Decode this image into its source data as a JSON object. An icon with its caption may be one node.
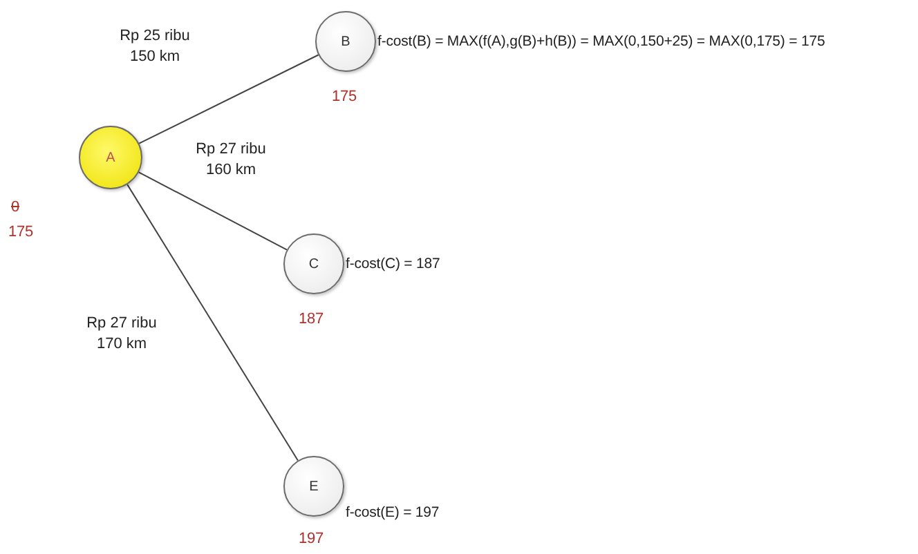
{
  "diagram": {
    "nodes": [
      {
        "text": [
          "A"
        ],
        "beside": [
          "0",
          "175"
        ]
      },
      {
        "text": [
          "B"
        ],
        "beside": [
          "f-cost(B) = MAX(f(A),g(B)+h(B)) = MAX(0,150+25) = MAX(0,175) = 175",
          "175"
        ]
      },
      {
        "text": [
          "C"
        ],
        "beside": [
          "f-cost(C) = 187",
          "187"
        ]
      },
      {
        "text": [
          "E"
        ],
        "beside": [
          "f-cost(E) = 197",
          "197"
        ]
      }
    ],
    "edges": [
      {
        "from": 0,
        "to": 1,
        "arrow": "none",
        "label": "Rp 25 ribu 150 km"
      },
      {
        "from": 0,
        "to": 2,
        "arrow": "none",
        "label": "Rp 27 ribu 160 km"
      },
      {
        "from": 0,
        "to": 3,
        "arrow": "none",
        "label": "Rp 27 ribu 170 km"
      }
    ]
  }
}
